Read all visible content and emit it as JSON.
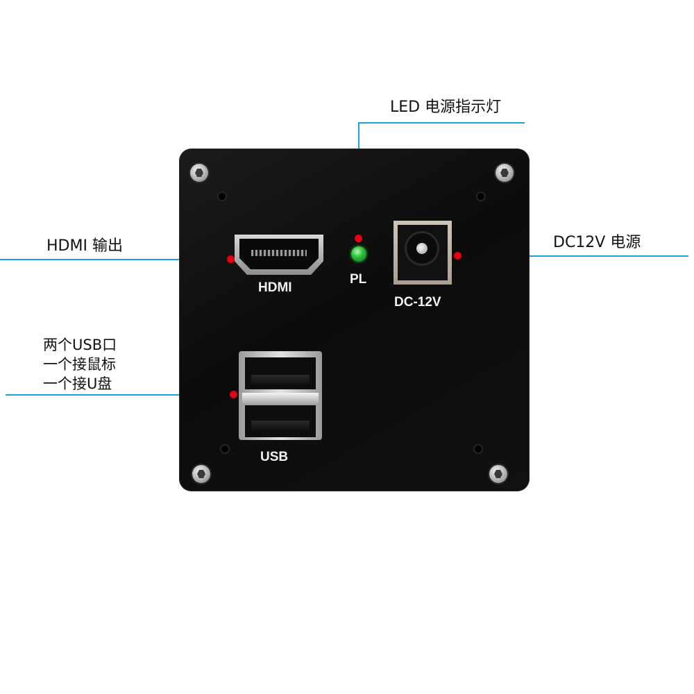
{
  "callouts": {
    "led_power": "LED 电源指示灯",
    "hdmi_out": "HDMI 输出",
    "dc_power": "DC12V 电源",
    "usb_line1": "两个USB口",
    "usb_line2": "一个接鼠标",
    "usb_line3": "一个接U盘"
  },
  "panel_labels": {
    "hdmi": "HDMI",
    "pl": "PL",
    "dc": "DC-12V",
    "usb": "USB"
  },
  "colors": {
    "leader_line": "#1ca0dd",
    "marker_dot": "#e60012",
    "panel": "#111111",
    "led": "#2fc43b"
  }
}
